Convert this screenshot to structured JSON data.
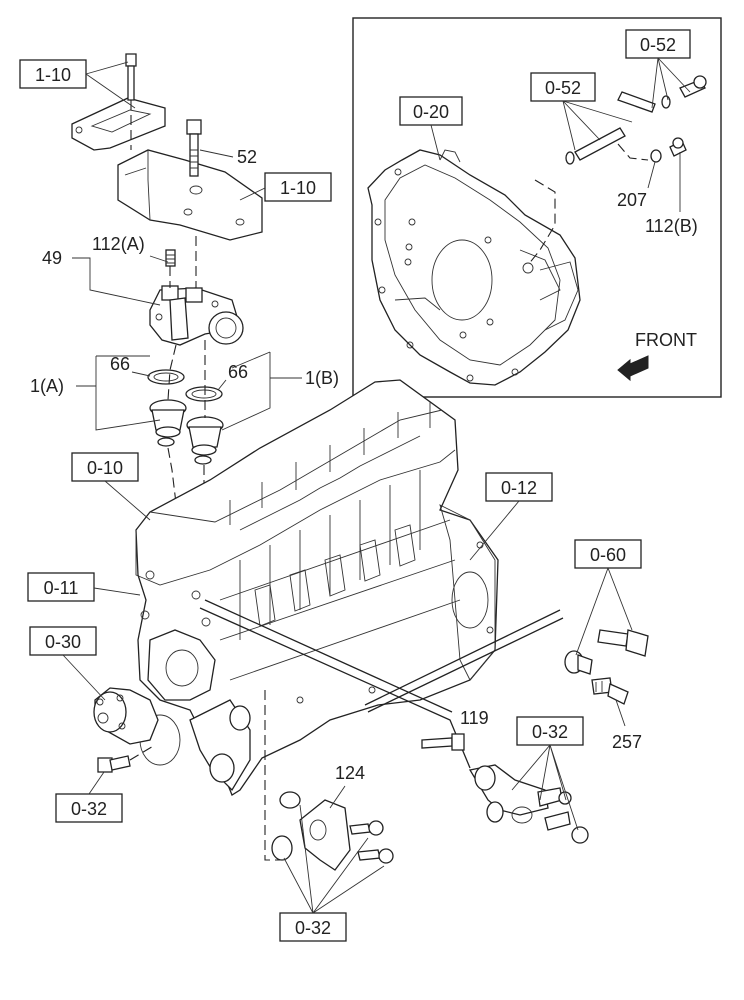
{
  "callouts": {
    "c_1_10_top": "1-10",
    "c_52_bolt": "52",
    "c_1_10_bracket": "1-10",
    "c_49": "49",
    "c_112a": "112(A)",
    "c_66_left": "66",
    "c_66_right": "66",
    "c_1a": "1(A)",
    "c_1b": "1(B)",
    "c_0_10": "0-10",
    "c_0_11": "0-11",
    "c_0_12": "0-12",
    "c_0_30": "0-30",
    "c_0_60": "0-60",
    "c_257": "257",
    "c_119": "119",
    "c_0_32_right": "0-32",
    "c_124": "124",
    "c_0_32_left": "0-32",
    "c_0_32_bottom": "0-32"
  },
  "inset": {
    "c_0_20": "0-20",
    "c_0_52_top": "0-52",
    "c_0_52_mid": "0-52",
    "c_207": "207",
    "c_112b": "112(B)",
    "front_label": "FRONT"
  }
}
